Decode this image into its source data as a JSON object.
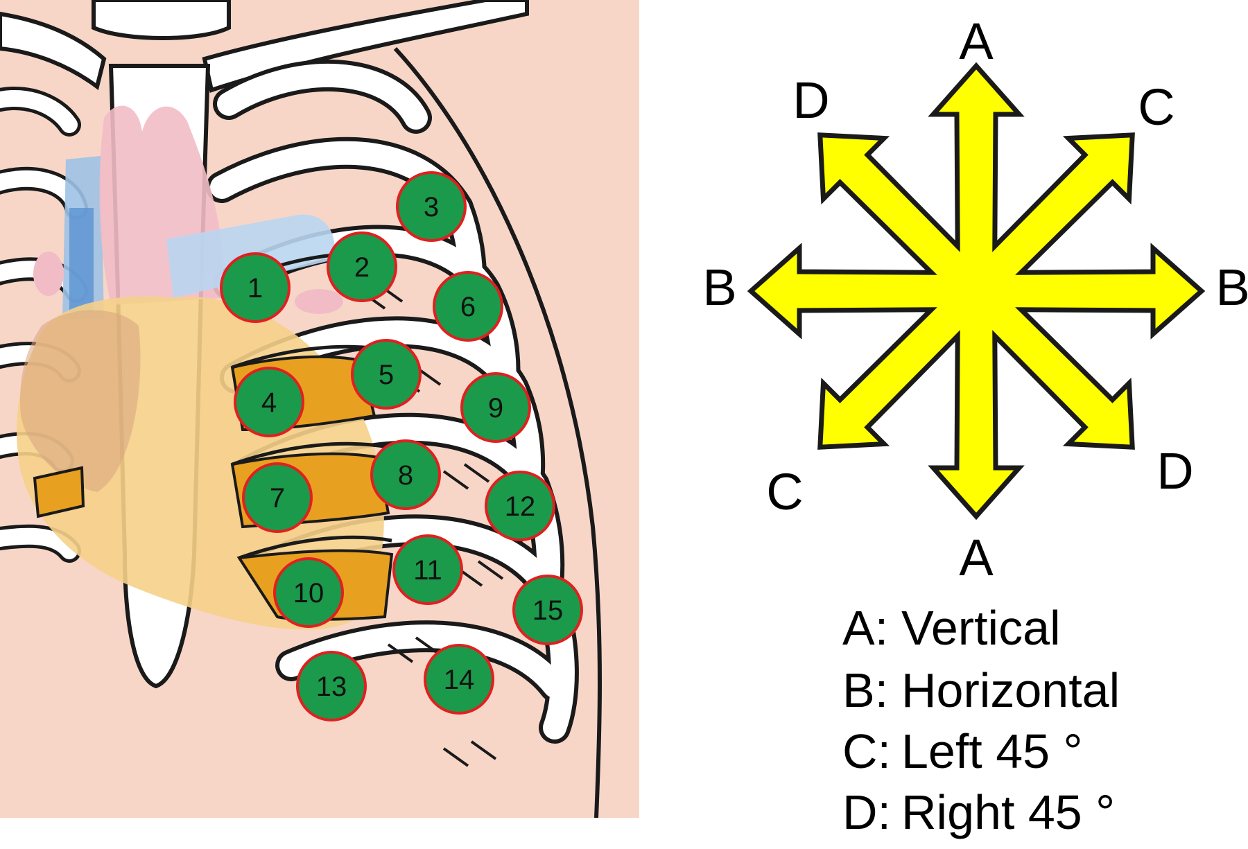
{
  "colors": {
    "background": "#f7d6c8",
    "rib": "#ffffff",
    "outline": "#1a1a1a",
    "marker_fill": "#1a9a4a",
    "marker_ring": "#e02020",
    "arrow_fill": "#ffff00",
    "heart": "#f5d08a",
    "heart_vessel": "#f2bcc6",
    "vein": "#9dc2e6",
    "vein_dark": "#5b93d1",
    "rib_shade": "#e8a020"
  },
  "markers": [
    {
      "id": "1",
      "label": "1"
    },
    {
      "id": "2",
      "label": "2"
    },
    {
      "id": "3",
      "label": "3"
    },
    {
      "id": "4",
      "label": "4"
    },
    {
      "id": "5",
      "label": "5"
    },
    {
      "id": "6",
      "label": "6"
    },
    {
      "id": "7",
      "label": "7"
    },
    {
      "id": "8",
      "label": "8"
    },
    {
      "id": "9",
      "label": "9"
    },
    {
      "id": "10",
      "label": "10"
    },
    {
      "id": "11",
      "label": "11"
    },
    {
      "id": "12",
      "label": "12"
    },
    {
      "id": "13",
      "label": "13"
    },
    {
      "id": "14",
      "label": "14"
    },
    {
      "id": "15",
      "label": "15"
    }
  ],
  "directions": {
    "top": "A",
    "bottom": "A",
    "left": "B",
    "right": "B",
    "top_left": "D",
    "top_right": "C",
    "bottom_left": "C",
    "bottom_right": "D"
  },
  "legend": [
    {
      "key": "A:",
      "text": "Vertical"
    },
    {
      "key": "B:",
      "text": "Horizontal"
    },
    {
      "key": "C:",
      "text": "Left 45 °"
    },
    {
      "key": "D:",
      "text": "Right 45 °"
    }
  ]
}
